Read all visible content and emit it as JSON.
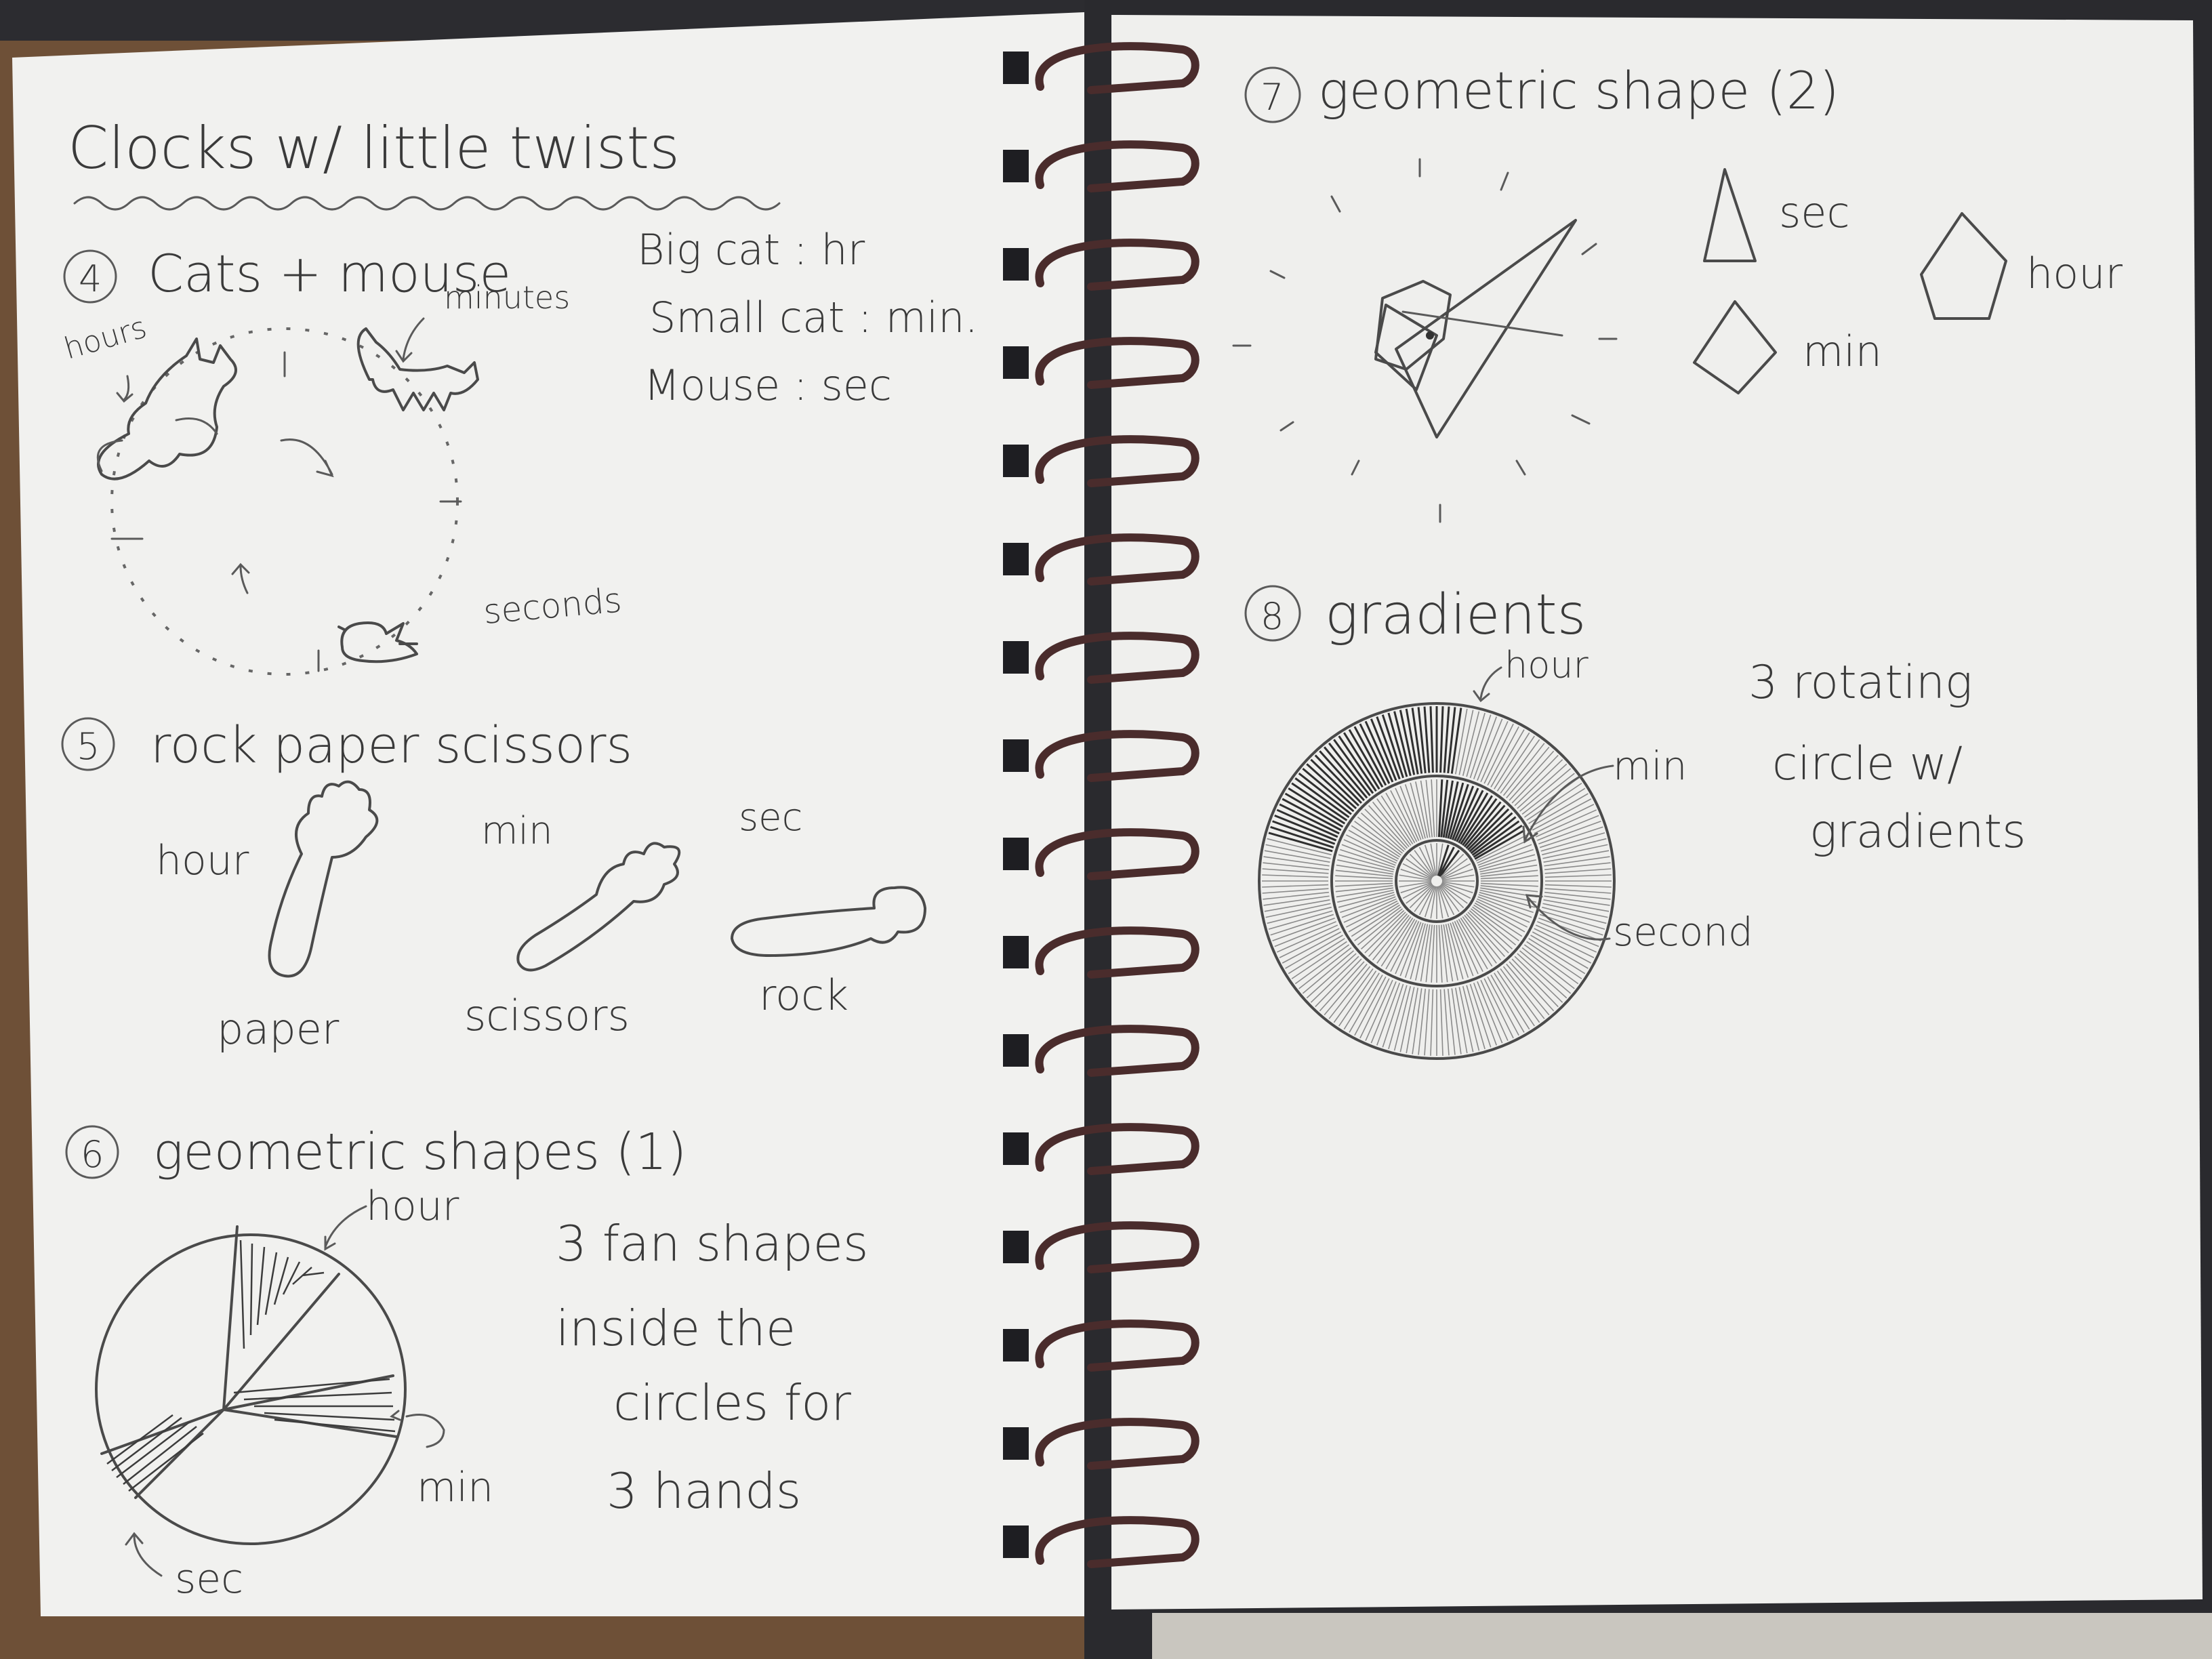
{
  "left_page": {
    "title": "Clocks w/ little twists",
    "s4": {
      "num": "4",
      "heading": "Cats + mouse",
      "hours": "hours",
      "minutes": "minutes",
      "seconds": "seconds",
      "note1": "Big cat : hr",
      "note2": "Small cat : min.",
      "note3": "Mouse : sec"
    },
    "s5": {
      "num": "5",
      "heading": "rock paper scissors",
      "hour": "hour",
      "min": "min",
      "sec": "sec",
      "paper": "paper",
      "scissors": "scissors",
      "rock": "rock"
    },
    "s6": {
      "num": "6",
      "heading": "geometric shapes (1)",
      "hour": "hour",
      "min": "min",
      "sec": "sec",
      "note1": "3 fan shapes",
      "note2": "inside the",
      "note3": "circles for",
      "note4": "3 hands"
    }
  },
  "right_page": {
    "s7": {
      "num": "7",
      "heading": "geometric shape (2)",
      "sec": "sec",
      "min": "min",
      "hour": "hour"
    },
    "s8": {
      "num": "8",
      "heading": "gradients",
      "hour": "hour",
      "min": "min",
      "second": "second",
      "note1": "3 rotating",
      "note2": "circle w/",
      "note3": "gradients"
    }
  },
  "colors": {
    "table": "#6e5037",
    "paper": "#f1f1ef",
    "backboard": "#2a2a2e",
    "spiral": "#4a2c2c",
    "pencil": "#3a3a3a"
  }
}
